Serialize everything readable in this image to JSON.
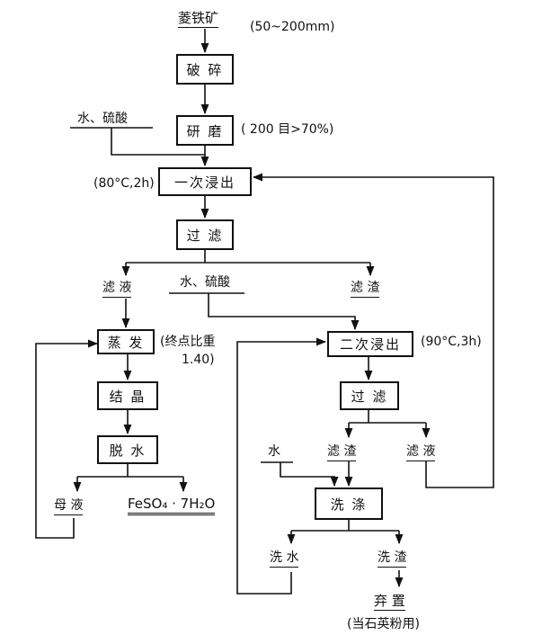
{
  "raw_material": {
    "name": "菱铁矿",
    "size": "(50~200mm)"
  },
  "steps": {
    "crushing": "破 碎",
    "grinding": "研 磨",
    "first_leach": "一次浸出",
    "filter1": "过 滤",
    "evaporation": "蒸 发",
    "crystallization": "结 晶",
    "dehydration": "脱 水",
    "second_leach": "二次浸出",
    "filter2": "过 滤",
    "washing": "洗 涤"
  },
  "inputs": {
    "water_acid_1": "水、硫酸",
    "water_acid_2": "水、硫酸",
    "water": "水"
  },
  "conditions": {
    "grinding": "( 200 目>70%)",
    "first_leach": "(80°C,2h)",
    "evaporation_line1": "(终点比重",
    "evaporation_line2": "1.40)",
    "second_leach": "(90°C,3h)"
  },
  "streams": {
    "filtrate1": "滤 液",
    "residue1": "滤 渣",
    "mother_liquor": "母 液",
    "product": "FeSO₄ · 7H₂O",
    "residue2": "滤 渣",
    "filtrate2": "滤 液",
    "wash_water": "洗 水",
    "wash_residue": "洗 渣",
    "discard": "弃 置",
    "discard_note": "(当石英粉用)"
  }
}
